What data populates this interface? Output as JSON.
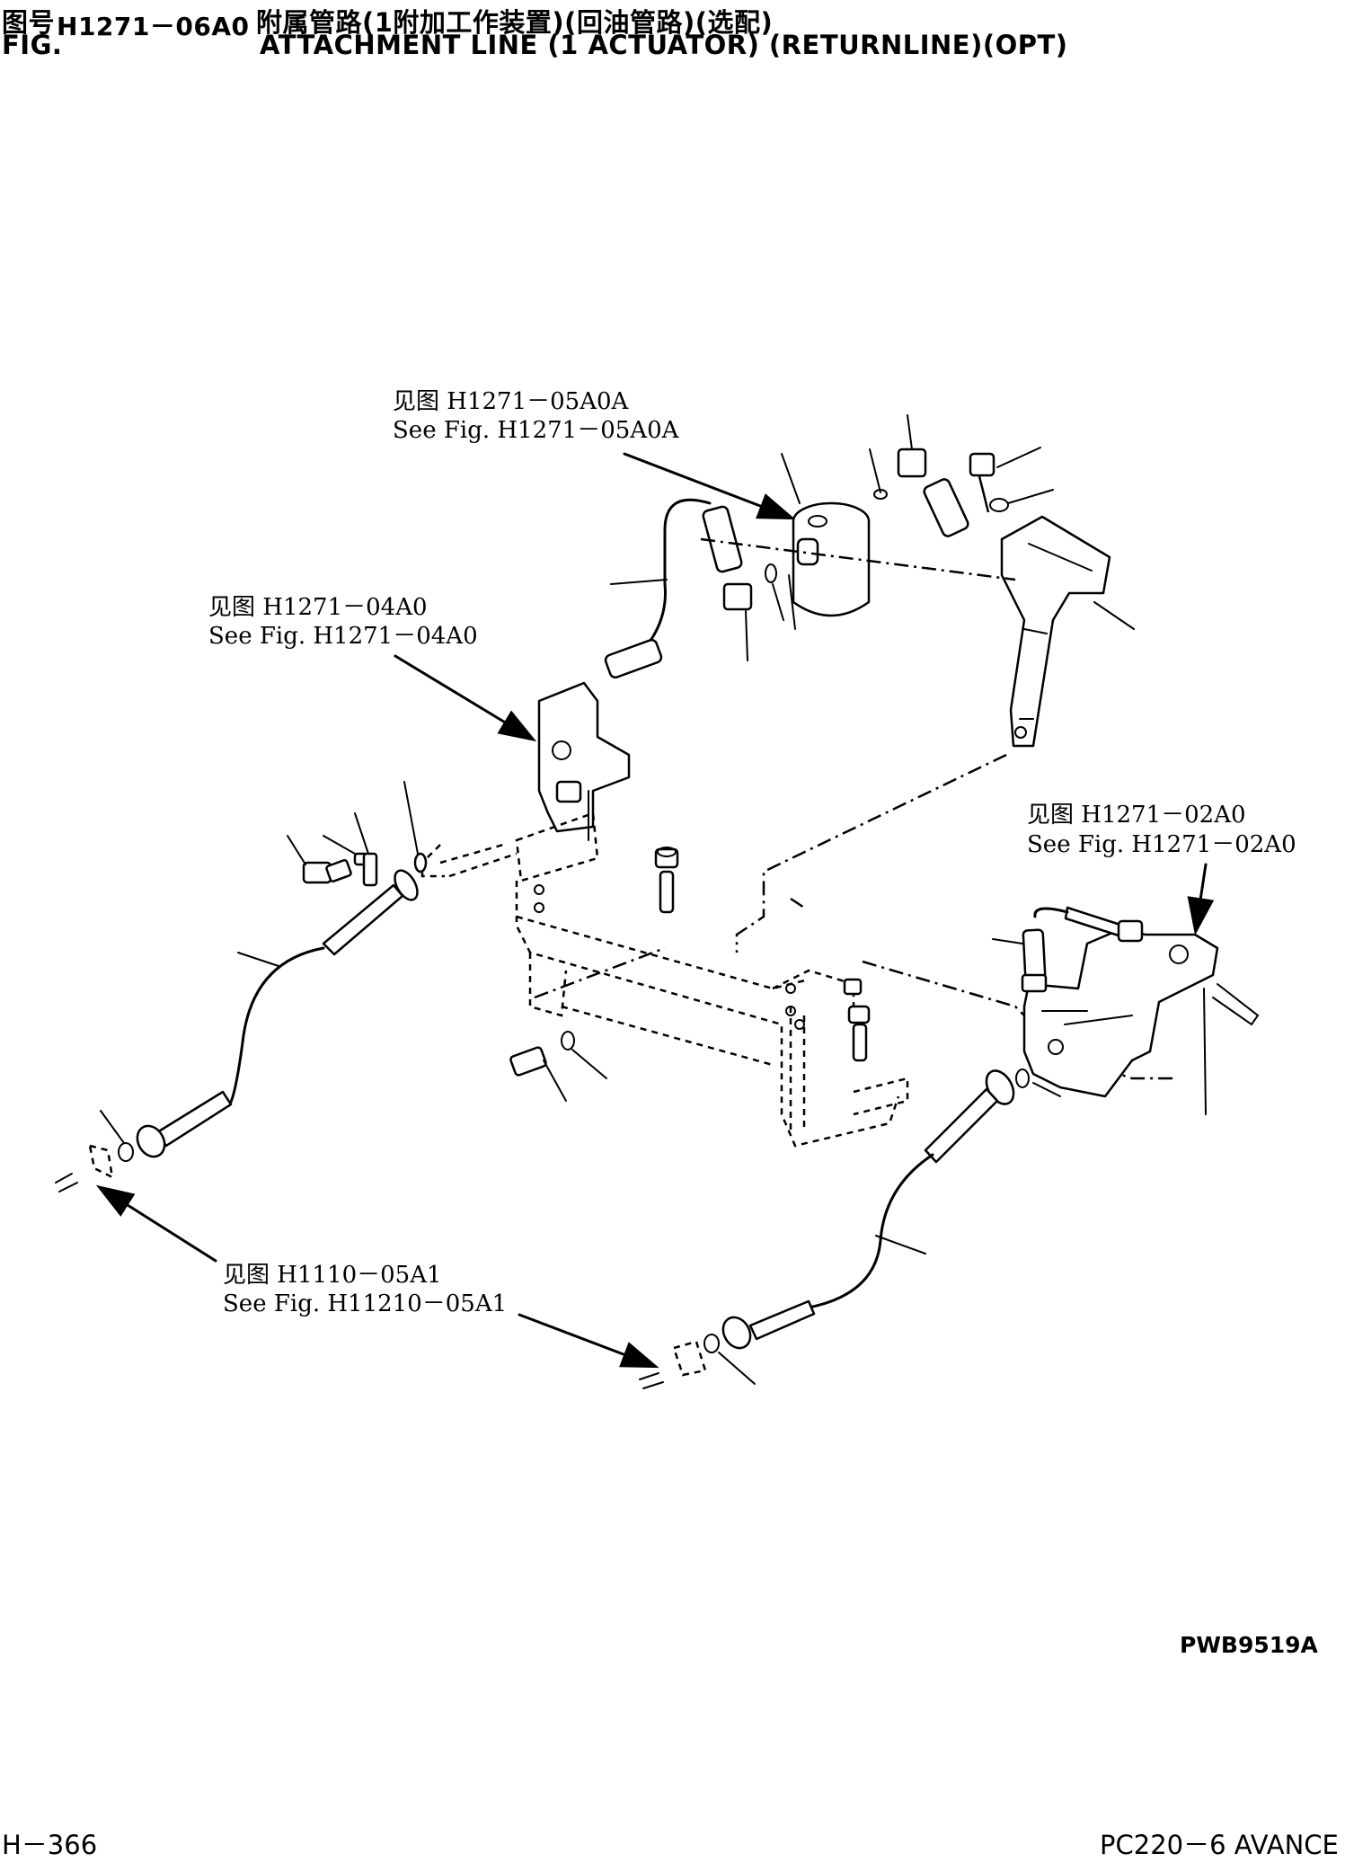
{
  "header": {
    "fig_label_cn": "图号",
    "fig_label_en": "FIG.",
    "fig_number": "H1271－06A0",
    "title_cn": "附属管路(1附加工作装置)(回油管路)(选配)",
    "title_en": "ATTACHMENT LINE (1 ACTUATOR) (RETURNLINE)(OPT)"
  },
  "references": [
    {
      "cn": "见图 H1271－05A0A",
      "en": "See Fig. H1271－05A0A"
    },
    {
      "cn": "见图 H1271－04A0",
      "en": "See Fig. H1271－04A0"
    },
    {
      "cn": "见图 H1271－02A0",
      "en": "See Fig. H1271－02A0"
    },
    {
      "cn": "见图 H1110－05A1",
      "en": "See Fig. H11210－05A1"
    }
  ],
  "drawing_code": "PWB9519A",
  "footer": {
    "page": "H－366",
    "model": "PC220－6 AVANCE"
  }
}
